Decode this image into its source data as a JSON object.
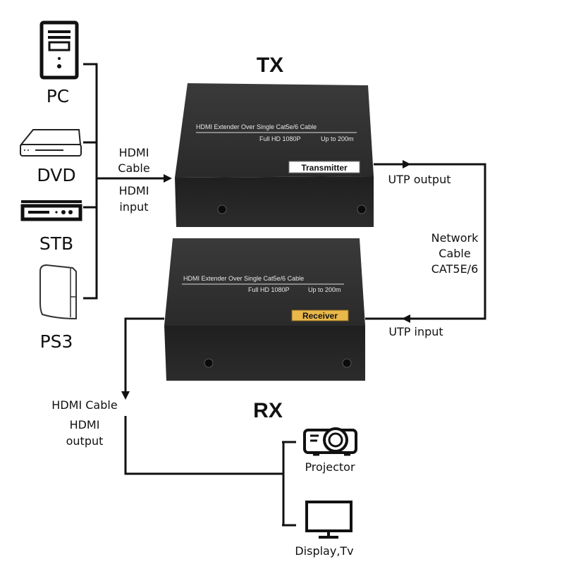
{
  "sources": [
    {
      "label": "PC",
      "icon": "pc-tower-icon"
    },
    {
      "label": "DVD",
      "icon": "dvd-player-icon"
    },
    {
      "label": "STB",
      "icon": "set-top-box-icon"
    },
    {
      "label": "PS3",
      "icon": "game-console-icon"
    }
  ],
  "input_link": {
    "line1": "HDMI",
    "line2": "Cable",
    "line3": "HDMI",
    "line4": "input"
  },
  "tx": {
    "title": "TX",
    "device_text": "HDMI  Extender  Over Single Cat5e/6 Cable",
    "device_subtext_1": "Full HD 1080P",
    "device_subtext_2": "Up to 200m",
    "tag": "Transmitter",
    "tag_color": "#ffffff"
  },
  "rx": {
    "title": "RX",
    "device_text": "HDMI  Extender  Over Single Cat5e/6 Cable",
    "device_subtext_1": "Full HD 1080P",
    "device_subtext_2": "Up to 200m",
    "tag": "Receiver",
    "tag_color": "#e9b84a"
  },
  "network": {
    "utp_output": "UTP output",
    "line1": "Network",
    "line2": "Cable",
    "line3": "CAT5E/6",
    "utp_input": "UTP input"
  },
  "output_link": {
    "line1": "HDMI Cable",
    "line2": "HDMI",
    "line3": "output"
  },
  "displays": [
    {
      "label": "Projector",
      "icon": "projector-icon"
    },
    {
      "label": "Display,Tv",
      "icon": "monitor-icon"
    }
  ]
}
